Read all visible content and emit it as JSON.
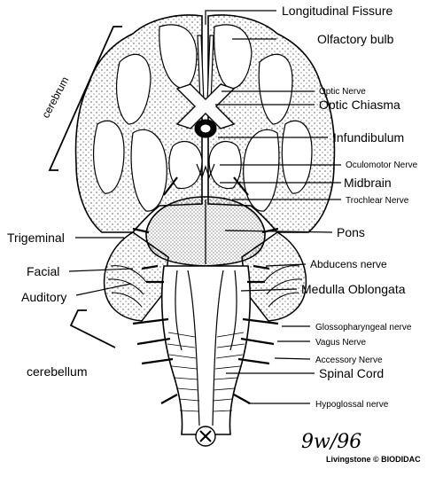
{
  "labels": {
    "longitudinal_fissure": "Longitudinal Fissure",
    "olfactory_bulb": "Olfactory bulb",
    "optic_nerve": "Optic Nerve",
    "optic_chiasma": "Optic Chiasma",
    "infundibulum": "Infundibulum",
    "oculomotor_nerve": "Oculomotor Nerve",
    "midbrain": "Midbrain",
    "trochlear_nerve": "Trochlear Nerve",
    "pons": "Pons",
    "abducens_nerve": "Abducens nerve",
    "medulla_oblongata": "Medulla Oblongata",
    "glossopharyngeal_nerve": "Glossopharyngeal nerve",
    "vagus_nerve": "Vagus Nerve",
    "accessory_nerve": "Accessory Nerve",
    "spinal_cord": "Spinal Cord",
    "hypoglossal_nerve": "Hypoglossal nerve",
    "cerebrum": "cerebrum",
    "trigeminal": "Trigeminal",
    "facial": "Facial",
    "auditory": "Auditory",
    "cerebellum": "cerebellum"
  },
  "signature": "9w/96",
  "credit": "Livingstone © BIODIDAC"
}
